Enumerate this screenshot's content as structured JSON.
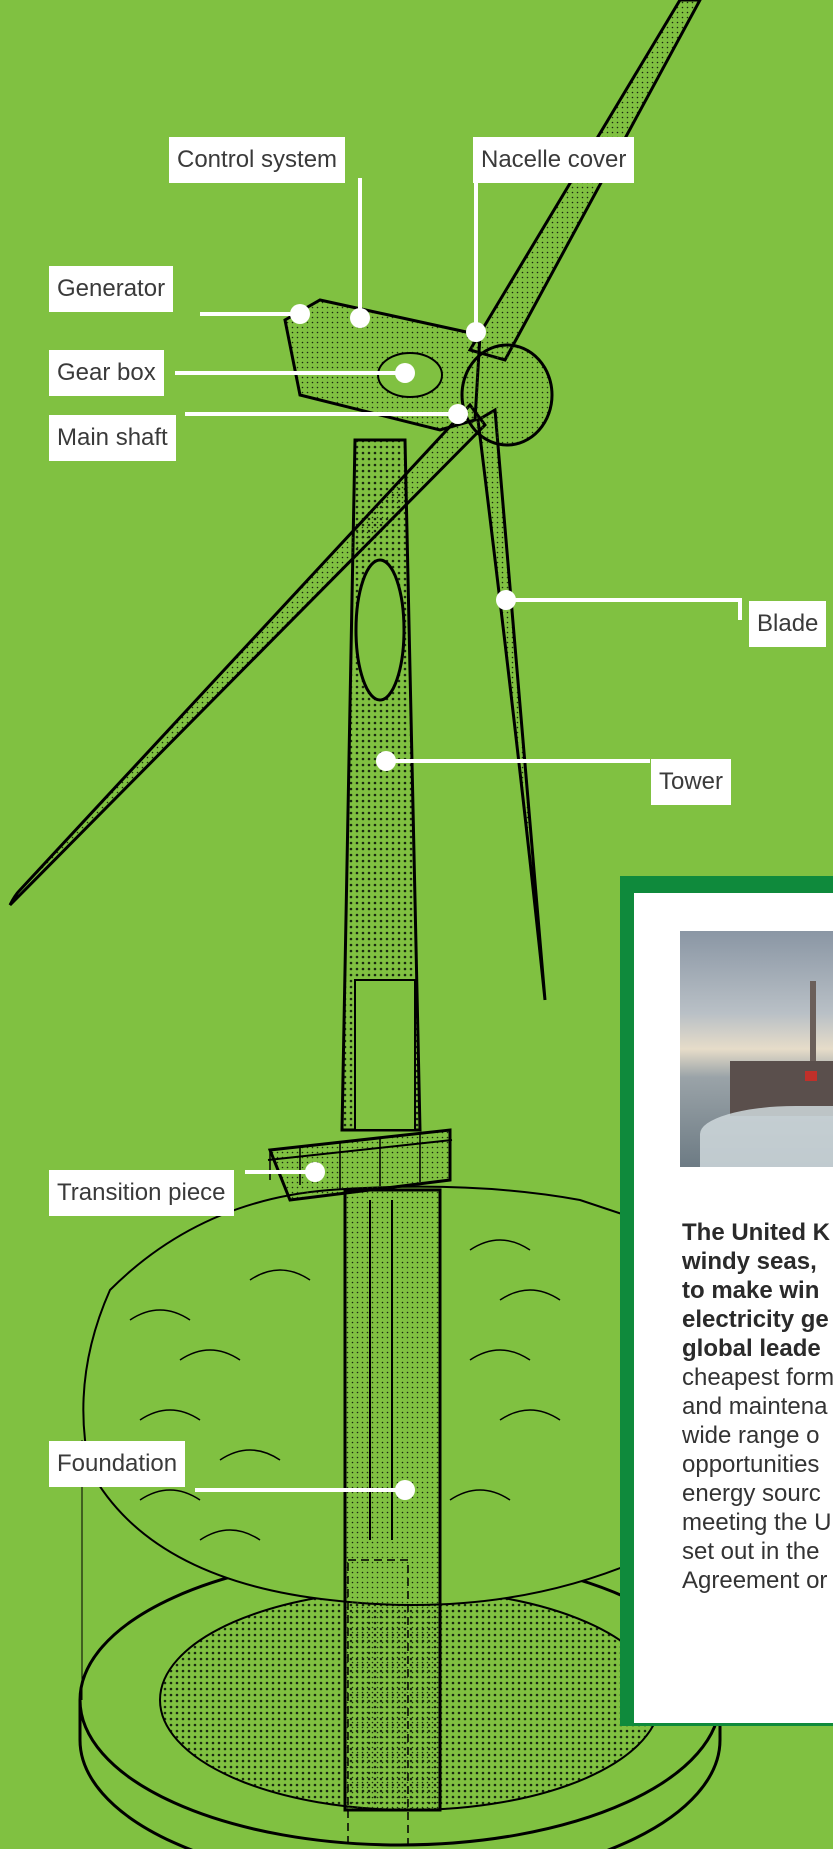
{
  "labels": {
    "control_system": "Control system",
    "nacelle_cover": "Nacelle cover",
    "generator": "Generator",
    "gear_box": "Gear box",
    "main_shaft": "Main shaft",
    "blade": "Blade",
    "tower": "Tower",
    "transition_piece": "Transition piece",
    "foundation": "Foundation"
  },
  "panel": {
    "bold_lines": [
      "The United K",
      "windy seas,",
      "to make win",
      "electricity ge",
      "global leade"
    ],
    "body_lines": [
      "cheapest form",
      "and maintena",
      "wide range o",
      "opportunities",
      "energy sourc",
      "meeting the U",
      "set out in the",
      "Agreement or"
    ]
  },
  "colors": {
    "background": "#80c141",
    "panel_border": "#0f8a3c",
    "label_bg": "#ffffff",
    "line": "#ffffff"
  }
}
